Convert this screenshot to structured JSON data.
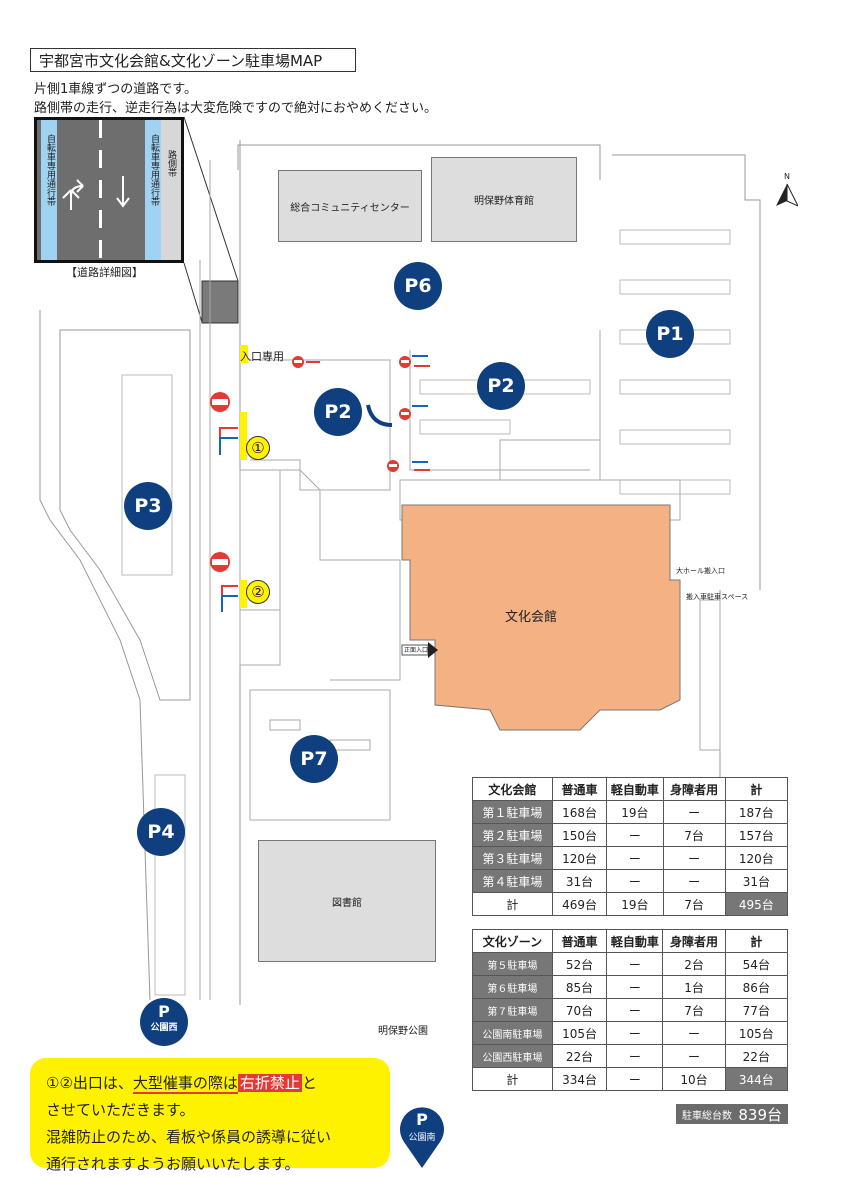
{
  "title": "宇都宮市文化会館&文化ゾーン駐車場MAP",
  "notes": [
    "片側1車線ずつの道路です。",
    "路側帯の走行、逆走行為は大変危険ですので絶対におやめください。"
  ],
  "inset": {
    "caption": "【道路詳細図】",
    "left_lane": "自転車専用通行帯",
    "right_lane": "自転車専用通行帯",
    "shoulder": "路側帯"
  },
  "north": "N",
  "buildings": {
    "community": "総合コミュニティセンター",
    "gym": "明保野体育館",
    "culture_hall": "文化会館",
    "library": "図書館",
    "park": "明保野公園",
    "hall_loading": "大ホール搬入口",
    "loading_space": "搬入車駐車スペース",
    "main_entrance": "正面入口"
  },
  "labels": {
    "entrance_only": "入口専用",
    "exit1": "①",
    "exit2": "②"
  },
  "badges": {
    "p1": "P1",
    "p2a": "P2",
    "p2b": "P2",
    "p3": "P3",
    "p4": "P4",
    "p6": "P6",
    "p7": "P7",
    "p_west": "P",
    "p_west_label": "公園西",
    "p_south": "P",
    "p_south_label": "公園南"
  },
  "notice": {
    "prefix": "①②出口は、",
    "event": "大型催事の際は",
    "restriction": "右折禁止",
    "line1_suffix": "と",
    "line2": "させていただきます。",
    "line3": "混雑防止のため、看板や係員の誘導に従い",
    "line4": "通行されますようお願いいたします。"
  },
  "table1": {
    "headers": [
      "文化会館",
      "普通車",
      "軽自動車",
      "身障者用",
      "計"
    ],
    "rows": [
      [
        "第１駐車場",
        "168台",
        "19台",
        "ー",
        "187台"
      ],
      [
        "第２駐車場",
        "150台",
        "ー",
        "7台",
        "157台"
      ],
      [
        "第３駐車場",
        "120台",
        "ー",
        "ー",
        "120台"
      ],
      [
        "第４駐車場",
        "31台",
        "ー",
        "ー",
        "31台"
      ]
    ],
    "total": [
      "計",
      "469台",
      "19台",
      "7台",
      "495台"
    ]
  },
  "table2": {
    "headers": [
      "文化ゾーン",
      "普通車",
      "軽自動車",
      "身障者用",
      "計"
    ],
    "rows": [
      [
        "第５駐車場",
        "52台",
        "ー",
        "2台",
        "54台"
      ],
      [
        "第６駐車場",
        "85台",
        "ー",
        "1台",
        "86台"
      ],
      [
        "第７駐車場",
        "70台",
        "ー",
        "7台",
        "77台"
      ],
      [
        "公園南駐車場",
        "105台",
        "ー",
        "ー",
        "105台"
      ],
      [
        "公園西駐車場",
        "22台",
        "ー",
        "ー",
        "22台"
      ]
    ],
    "total": [
      "計",
      "334台",
      "ー",
      "10台",
      "344台"
    ]
  },
  "grand_total": {
    "label": "駐車総台数",
    "value": "839台"
  },
  "colors": {
    "badge": "#0f3f7f",
    "hall": "#f4b183",
    "notice": "#fff200",
    "highlight": "#e53935",
    "bike_lane": "#9fd3f1"
  }
}
